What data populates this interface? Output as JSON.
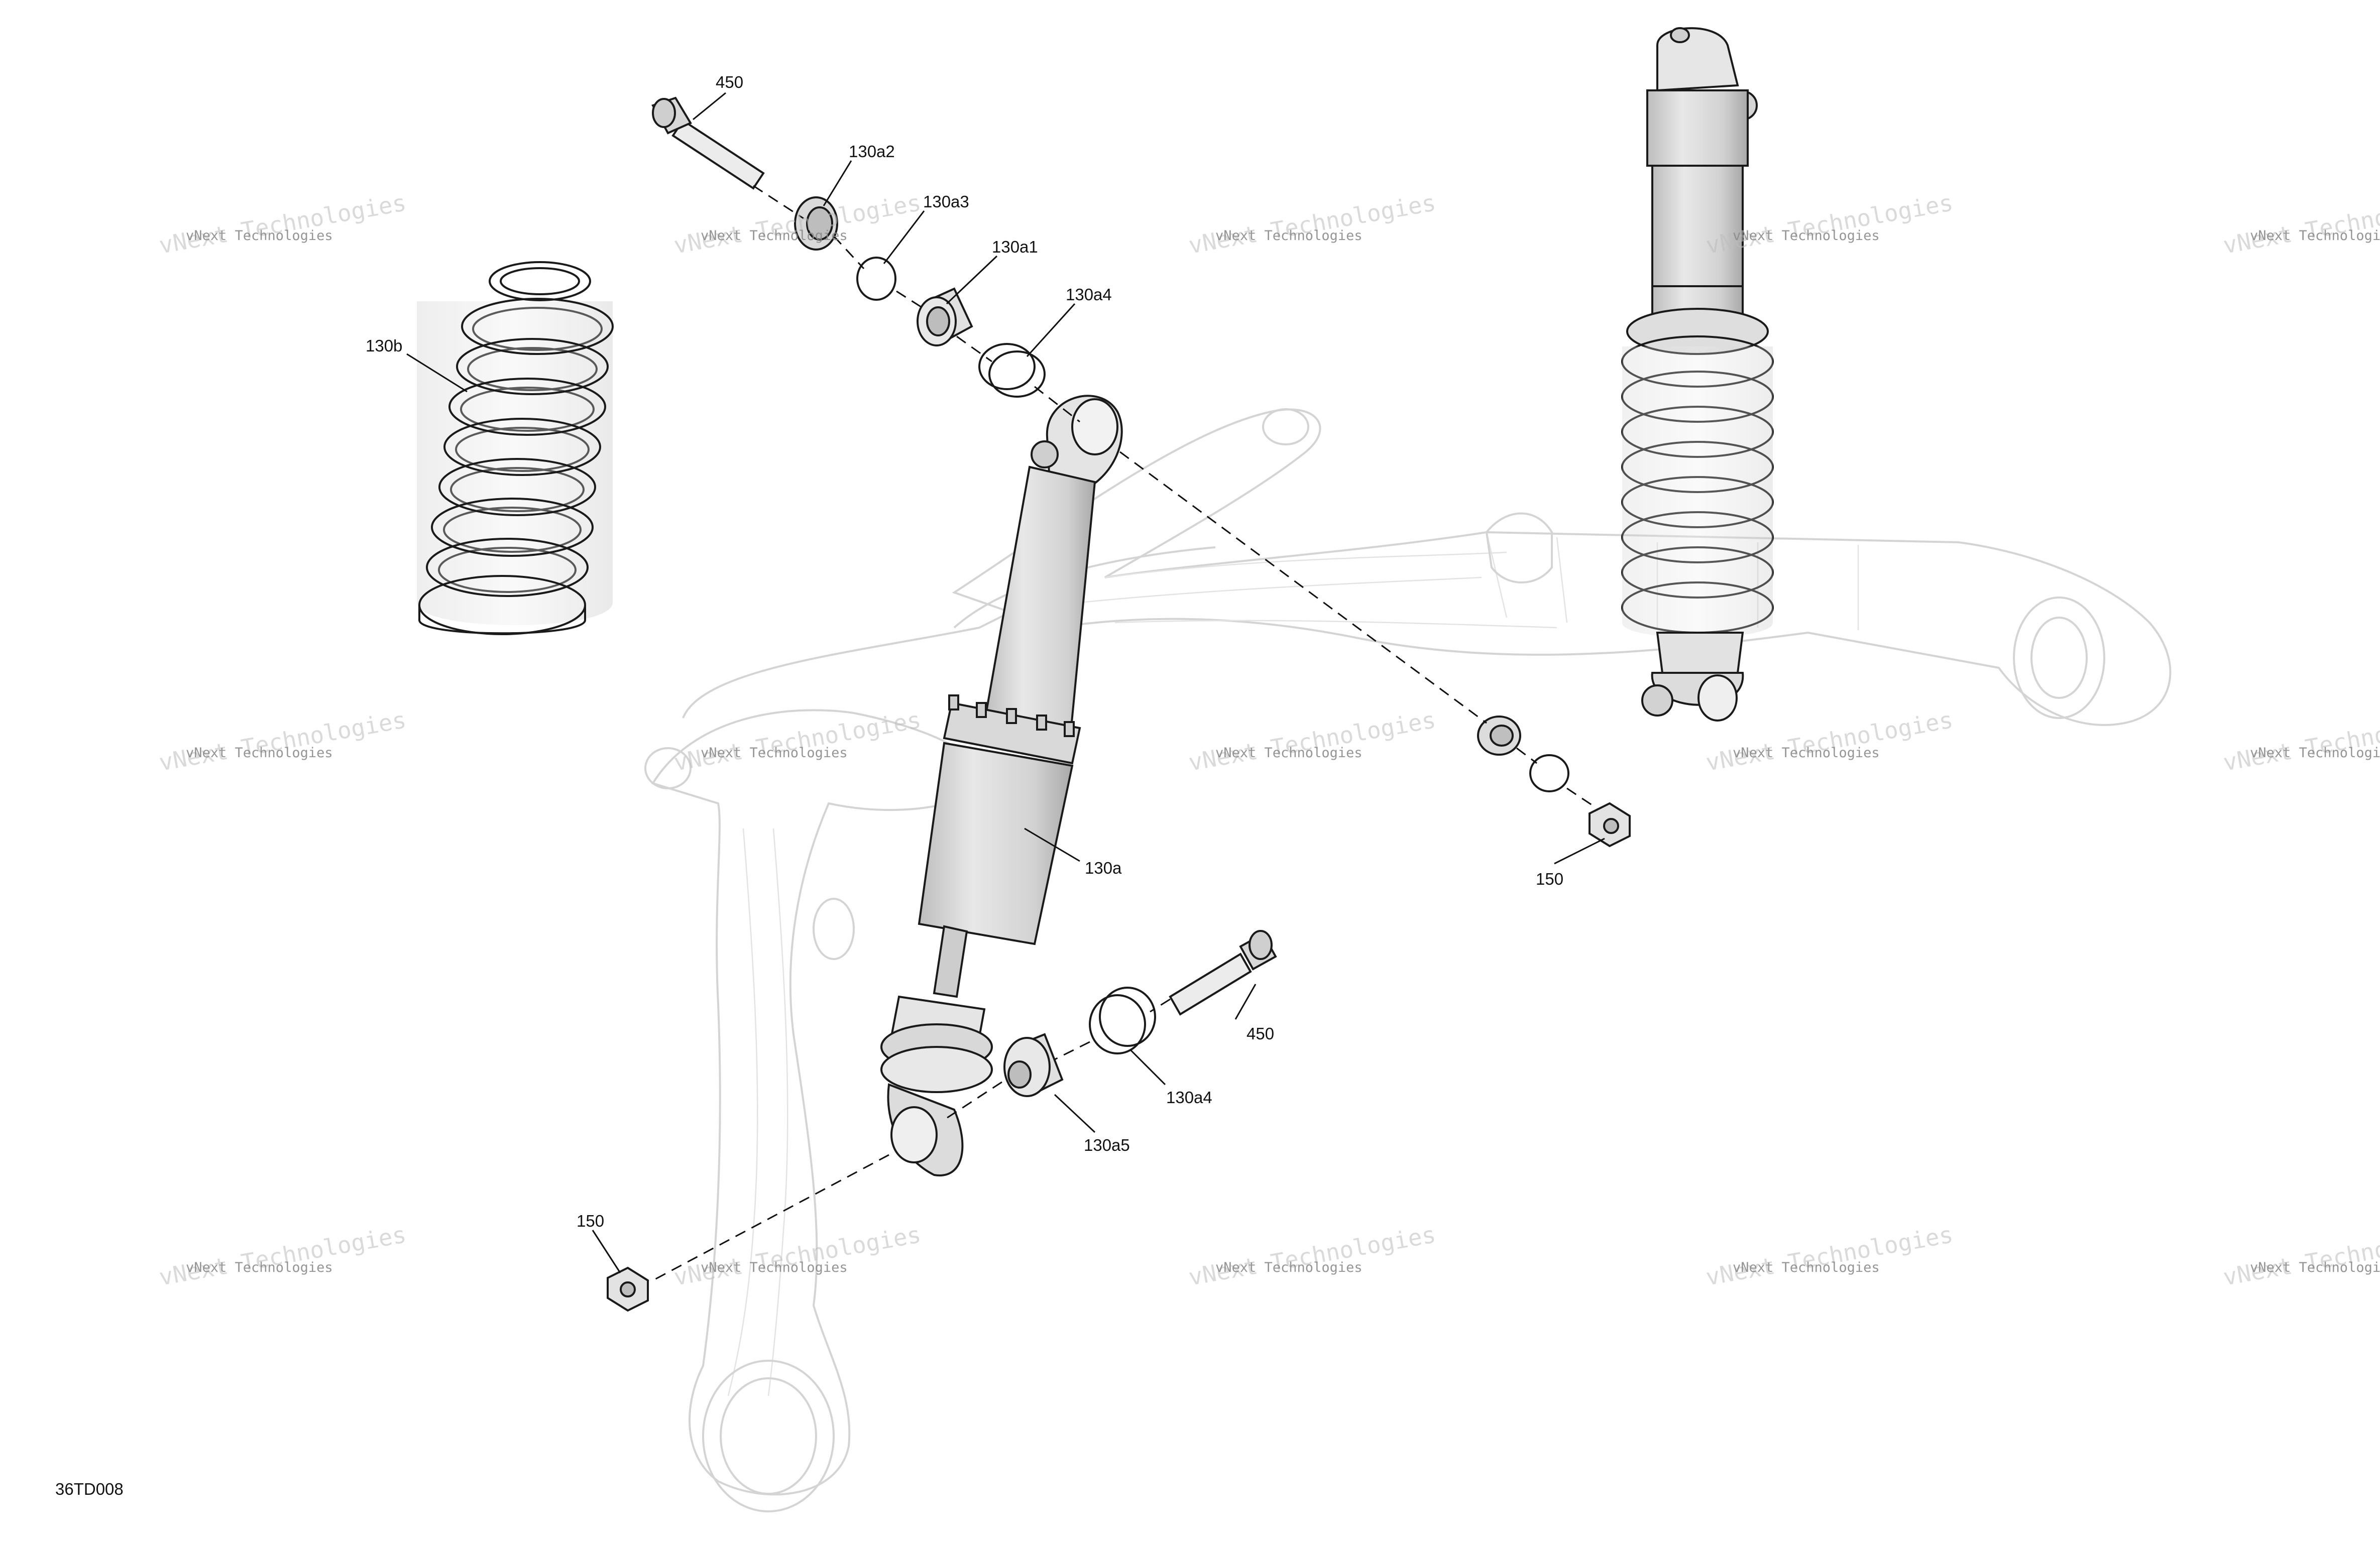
{
  "drawing": {
    "reference_code": "36TD008",
    "watermark_text": "vNext Technologies"
  },
  "callouts": [
    {
      "id": "450-top",
      "text": "450"
    },
    {
      "id": "130a2",
      "text": "130a2"
    },
    {
      "id": "130a3",
      "text": "130a3"
    },
    {
      "id": "130a1",
      "text": "130a1"
    },
    {
      "id": "130a4-top",
      "text": "130a4"
    },
    {
      "id": "130b",
      "text": "130b"
    },
    {
      "id": "130a",
      "text": "130a"
    },
    {
      "id": "150-right",
      "text": "150"
    },
    {
      "id": "450-bottom",
      "text": "450"
    },
    {
      "id": "130a4-bottom",
      "text": "130a4"
    },
    {
      "id": "130a5",
      "text": "130a5"
    },
    {
      "id": "150-left",
      "text": "150"
    }
  ],
  "colors": {
    "line": "#1a1a1a",
    "part_fill": "#e6e6e6",
    "part_shade": "#cfcfcf",
    "ghost": "#d4d4d4",
    "watermark": "#bdbdbd"
  }
}
